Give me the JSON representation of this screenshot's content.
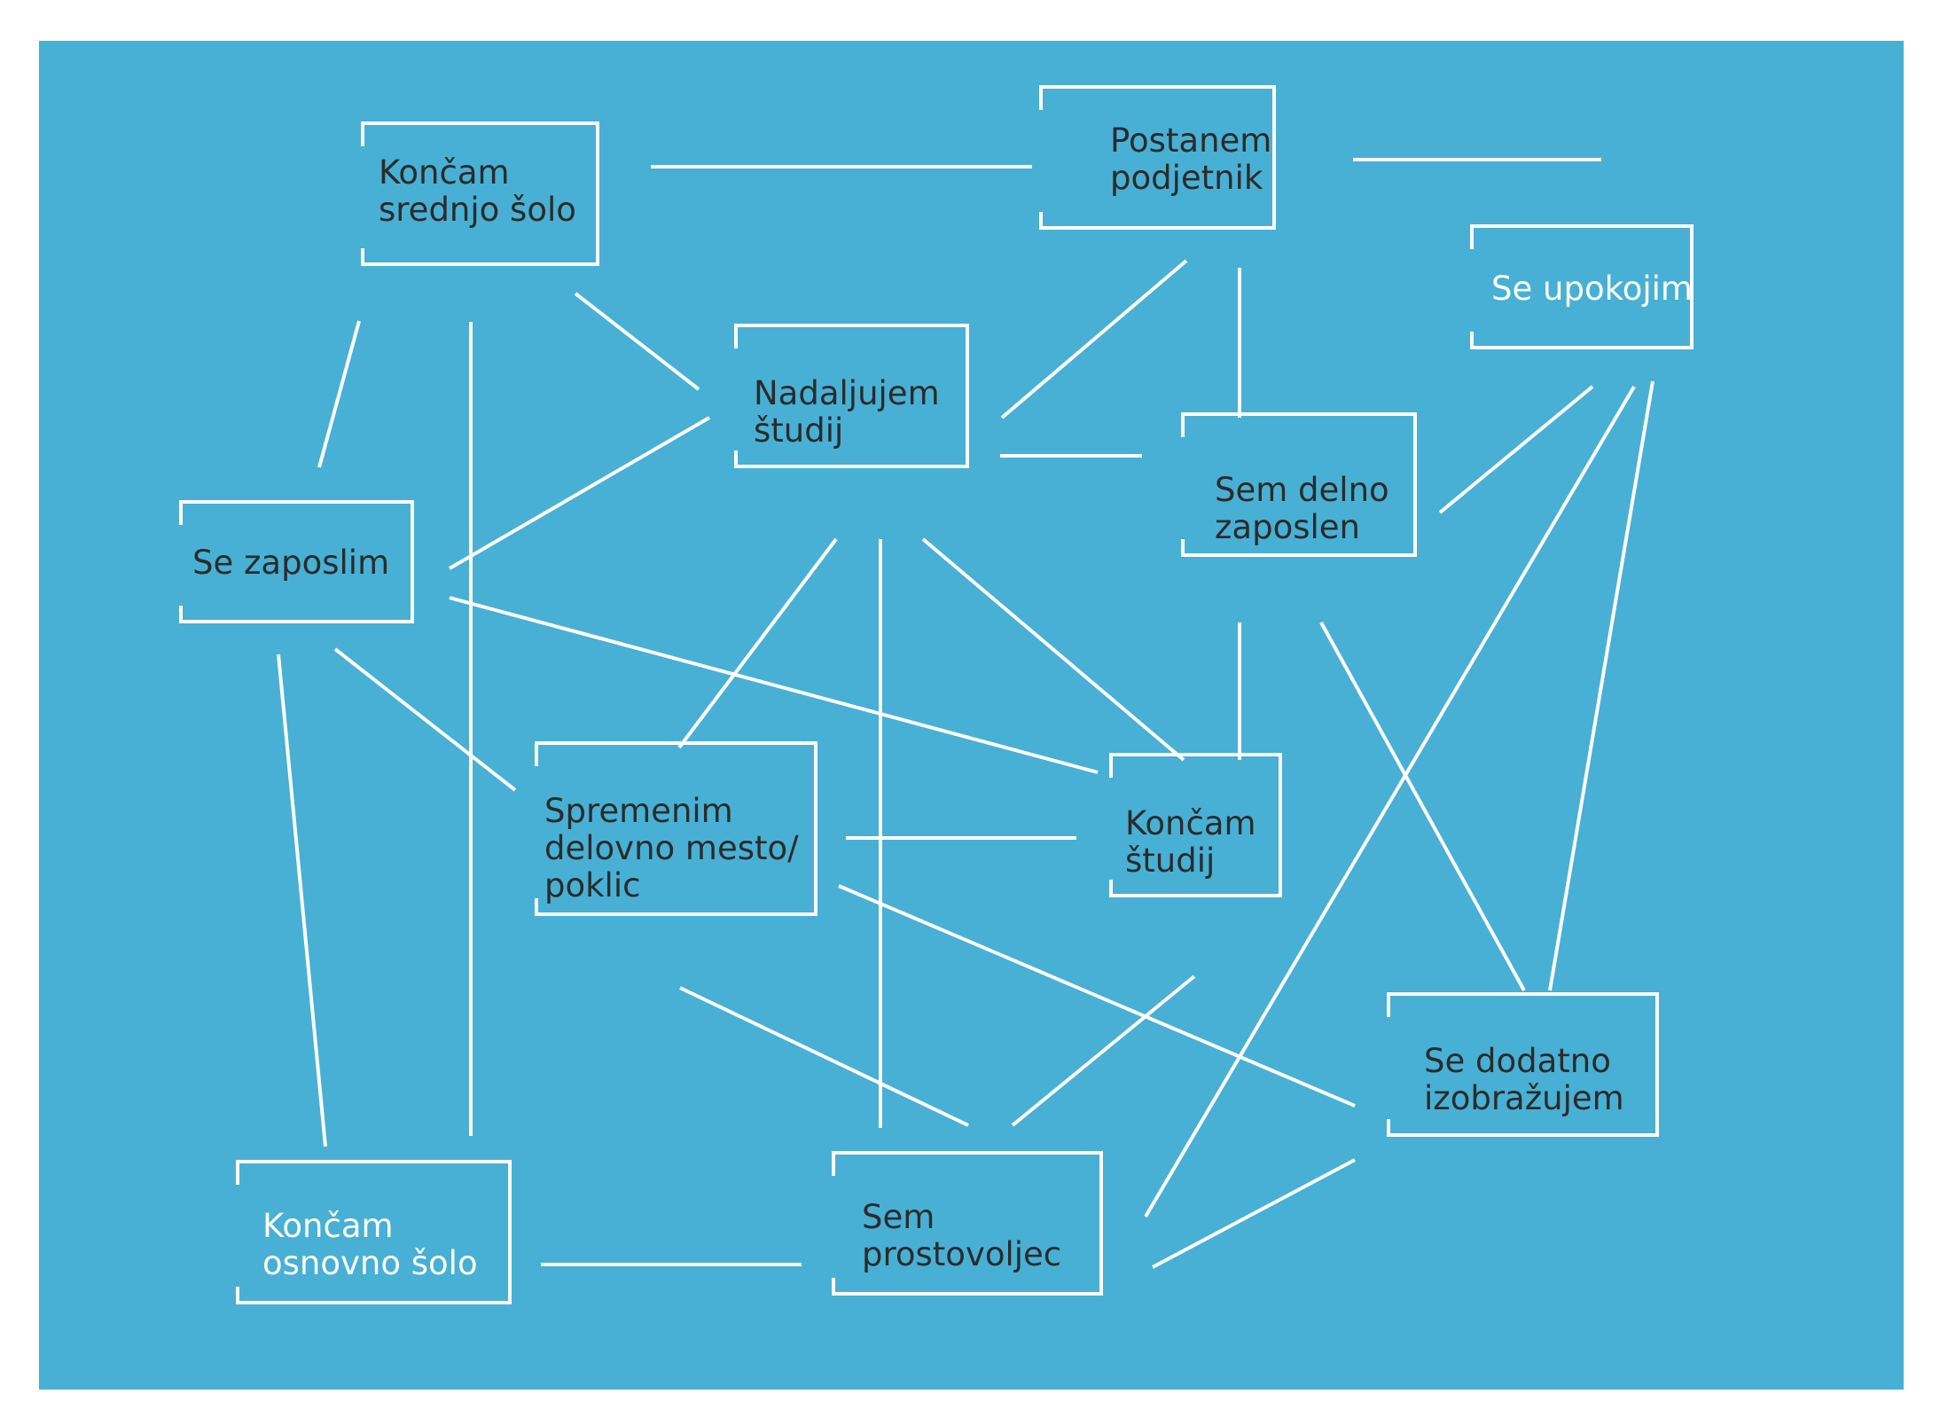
{
  "colors": {
    "background": "#48B0D4",
    "lines": "#ffffff",
    "dark_text": "#2b2b2b",
    "light_text": "#ffffff"
  },
  "nodes": {
    "koncam_srednjo": {
      "label": "Končam\nsrednjo šolo"
    },
    "postanem_podjetnik": {
      "label": "Postanem\npodjetnik"
    },
    "se_upokojim": {
      "label": "Se upokojim"
    },
    "nadaljujem_studij": {
      "label": "Nadaljujem\nštudij"
    },
    "sem_delno_zaposlen": {
      "label": "Sem delno\nzaposlen"
    },
    "se_zaposlim": {
      "label": "Se zaposlim"
    },
    "spremenim_delovno": {
      "label": "Spremenim\ndelovno mesto/\npoklic"
    },
    "koncam_studij": {
      "label": "Končam\nštudij"
    },
    "se_dodatno": {
      "label": "Se dodatno\nizobražujem"
    },
    "koncam_osnovno": {
      "label": "Končam\nosnovno šolo"
    },
    "sem_prostovoljec": {
      "label": "Sem\nprostovoljec"
    }
  }
}
